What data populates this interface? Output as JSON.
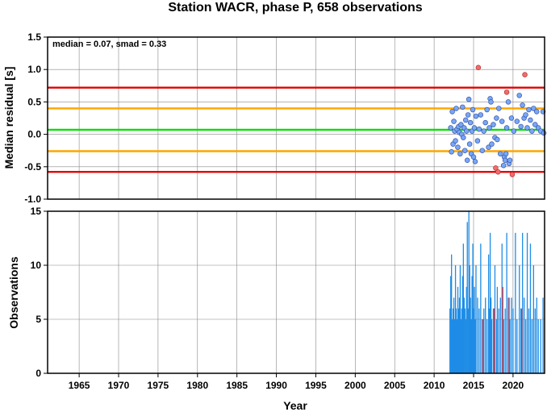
{
  "chart_data": [
    {
      "type": "scatter",
      "title": "Station WACR, phase P, 658 observations",
      "ylabel": "Median residual [s]",
      "annotation": "median = 0.07, smad = 0.33",
      "xlim": [
        1961,
        2024
      ],
      "ylim": [
        -1.0,
        1.5
      ],
      "yticks": [
        "1.5",
        "1.0",
        "0.5",
        "0.0",
        "-0.5",
        "-1.0"
      ],
      "yticks_values": [
        1.5,
        1.0,
        0.5,
        0.0,
        -0.5,
        -1.0
      ],
      "grid": true,
      "reference_lines": [
        {
          "y": 0.72,
          "color": "#e60000"
        },
        {
          "y": 0.4,
          "color": "#ffa500"
        },
        {
          "y": 0.07,
          "color": "#00e000"
        },
        {
          "y": -0.26,
          "color": "#ffa500"
        },
        {
          "y": -0.58,
          "color": "#e60000"
        }
      ],
      "colors": {
        "normal": "#7aa7f5",
        "outlier": "#f56b6b",
        "outline": "#3355aa"
      },
      "series": [
        {
          "points": [
            [
              2012.1,
              0.1
            ],
            [
              2012.2,
              -0.27
            ],
            [
              2012.3,
              0.35
            ],
            [
              2012.4,
              -0.15
            ],
            [
              2012.5,
              0.2
            ],
            [
              2012.6,
              0.05
            ],
            [
              2012.7,
              -0.1
            ],
            [
              2012.8,
              0.4
            ],
            [
              2012.9,
              0.08
            ],
            [
              2013.0,
              -0.2
            ],
            [
              2013.1,
              0.12
            ],
            [
              2013.2,
              0.03
            ],
            [
              2013.3,
              -0.3
            ],
            [
              2013.4,
              0.15
            ],
            [
              2013.5,
              0.0
            ],
            [
              2013.6,
              0.42
            ],
            [
              2013.7,
              -0.05
            ],
            [
              2013.8,
              0.1
            ],
            [
              2013.9,
              -0.25
            ],
            [
              2014.0,
              0.22
            ],
            [
              2014.1,
              0.05
            ],
            [
              2014.2,
              -0.4
            ],
            [
              2014.3,
              0.3
            ],
            [
              2014.4,
              0.54
            ],
            [
              2014.5,
              -0.15
            ],
            [
              2014.6,
              0.18
            ],
            [
              2014.7,
              -0.3
            ],
            [
              2014.8,
              0.05
            ],
            [
              2014.9,
              0.38
            ],
            [
              2015.0,
              -0.35
            ],
            [
              2015.1,
              0.1
            ],
            [
              2015.2,
              -0.42
            ],
            [
              2015.3,
              0.28
            ],
            [
              2015.5,
              -0.1
            ],
            [
              2015.7,
              0.08
            ],
            [
              2015.9,
              0.3
            ],
            [
              2016.1,
              -0.25
            ],
            [
              2016.3,
              0.05
            ],
            [
              2016.5,
              0.18
            ],
            [
              2016.7,
              0.38
            ],
            [
              2016.9,
              -0.2
            ],
            [
              2017.0,
              0.1
            ],
            [
              2017.1,
              0.55
            ],
            [
              2017.2,
              0.5
            ],
            [
              2017.3,
              -0.15
            ],
            [
              2017.5,
              0.15
            ],
            [
              2017.7,
              -0.05
            ],
            [
              2017.9,
              0.25
            ],
            [
              2018.0,
              -0.08
            ],
            [
              2018.2,
              0.4
            ],
            [
              2018.4,
              -0.3
            ],
            [
              2018.6,
              0.2
            ],
            [
              2018.8,
              -0.48
            ],
            [
              2018.9,
              -0.35
            ],
            [
              2019.0,
              -0.4
            ],
            [
              2019.1,
              -0.3
            ],
            [
              2019.2,
              0.1
            ],
            [
              2019.4,
              0.5
            ],
            [
              2019.5,
              -0.45
            ],
            [
              2019.6,
              -0.4
            ],
            [
              2019.8,
              0.25
            ],
            [
              2020.1,
              0.05
            ],
            [
              2020.5,
              0.2
            ],
            [
              2020.8,
              0.6
            ],
            [
              2021.0,
              0.12
            ],
            [
              2021.2,
              0.45
            ],
            [
              2021.4,
              0.25
            ],
            [
              2021.6,
              0.3
            ],
            [
              2021.8,
              0.1
            ],
            [
              2022.0,
              0.38
            ],
            [
              2022.2,
              0.22
            ],
            [
              2022.4,
              0.05
            ],
            [
              2022.6,
              0.4
            ],
            [
              2022.8,
              0.15
            ],
            [
              2023.0,
              0.35
            ],
            [
              2023.2,
              0.1
            ],
            [
              2023.5,
              0.05
            ],
            [
              2023.8,
              0.35
            ],
            [
              2023.9,
              0.02
            ]
          ],
          "outliers": [
            [
              2015.6,
              1.03
            ],
            [
              2017.8,
              -0.52
            ],
            [
              2018.1,
              -0.58
            ],
            [
              2019.2,
              0.65
            ],
            [
              2019.9,
              -0.62
            ],
            [
              2021.5,
              0.92
            ]
          ]
        }
      ]
    },
    {
      "type": "bar",
      "ylabel": "Observations",
      "xlabel": "Year",
      "xlim": [
        1961,
        2024
      ],
      "ylim": [
        0,
        15
      ],
      "xticks": [
        "1965",
        "1970",
        "1975",
        "1980",
        "1985",
        "1990",
        "1995",
        "2000",
        "2005",
        "2010",
        "2015",
        "2020"
      ],
      "xticks_values": [
        1965,
        1970,
        1975,
        1980,
        1985,
        1990,
        1995,
        2000,
        2005,
        2010,
        2015,
        2020
      ],
      "yticks": [
        "0",
        "5",
        "10",
        "15"
      ],
      "yticks_values": [
        0,
        5,
        10,
        15
      ],
      "grid": true,
      "colors": {
        "normal": "#1e8ce6",
        "outlier": "#e63232"
      },
      "series": [
        {
          "x": [
            2012.0,
            2012.1,
            2012.2,
            2012.3,
            2012.4,
            2012.5,
            2012.6,
            2012.7,
            2012.8,
            2012.9,
            2013.0,
            2013.1,
            2013.2,
            2013.3,
            2013.4,
            2013.5,
            2013.6,
            2013.7,
            2013.8,
            2013.9,
            2014.0,
            2014.1,
            2014.2,
            2014.3,
            2014.4,
            2014.5,
            2014.6,
            2014.7,
            2014.8,
            2014.9,
            2015.0,
            2015.1,
            2015.2,
            2015.3,
            2015.5,
            2015.7,
            2015.9,
            2016.1,
            2016.3,
            2016.5,
            2016.7,
            2016.9,
            2017.0,
            2017.1,
            2017.2,
            2017.3,
            2017.5,
            2017.7,
            2017.9,
            2018.0,
            2018.2,
            2018.4,
            2018.6,
            2018.8,
            2019.0,
            2019.2,
            2019.4,
            2019.6,
            2019.8,
            2020.0,
            2020.3,
            2020.5,
            2020.8,
            2021.0,
            2021.2,
            2021.4,
            2021.6,
            2021.8,
            2022.0,
            2022.2,
            2022.4,
            2022.6,
            2022.8,
            2023.0,
            2023.2,
            2023.5,
            2023.8
          ],
          "values": [
            6,
            9,
            11,
            5,
            6,
            7,
            5,
            10,
            6,
            5,
            8,
            6,
            7,
            10,
            5,
            6,
            9,
            12,
            7,
            6,
            5,
            8,
            14,
            6,
            15,
            10,
            7,
            5,
            9,
            12,
            6,
            8,
            5,
            10,
            7,
            6,
            12,
            5,
            6,
            7,
            5,
            11,
            6,
            13,
            7,
            5,
            6,
            10,
            5,
            8,
            6,
            7,
            12,
            5,
            6,
            13,
            7,
            5,
            7,
            6,
            13,
            5,
            10,
            6,
            13,
            7,
            5,
            13,
            6,
            12,
            5,
            10,
            6,
            7,
            5,
            5,
            7
          ],
          "outlier_x": [
            2016.2,
            2017.6,
            2018.7,
            2019.5,
            2021.1
          ],
          "outlier_values": [
            5,
            6,
            8,
            7,
            6
          ]
        }
      ]
    }
  ]
}
